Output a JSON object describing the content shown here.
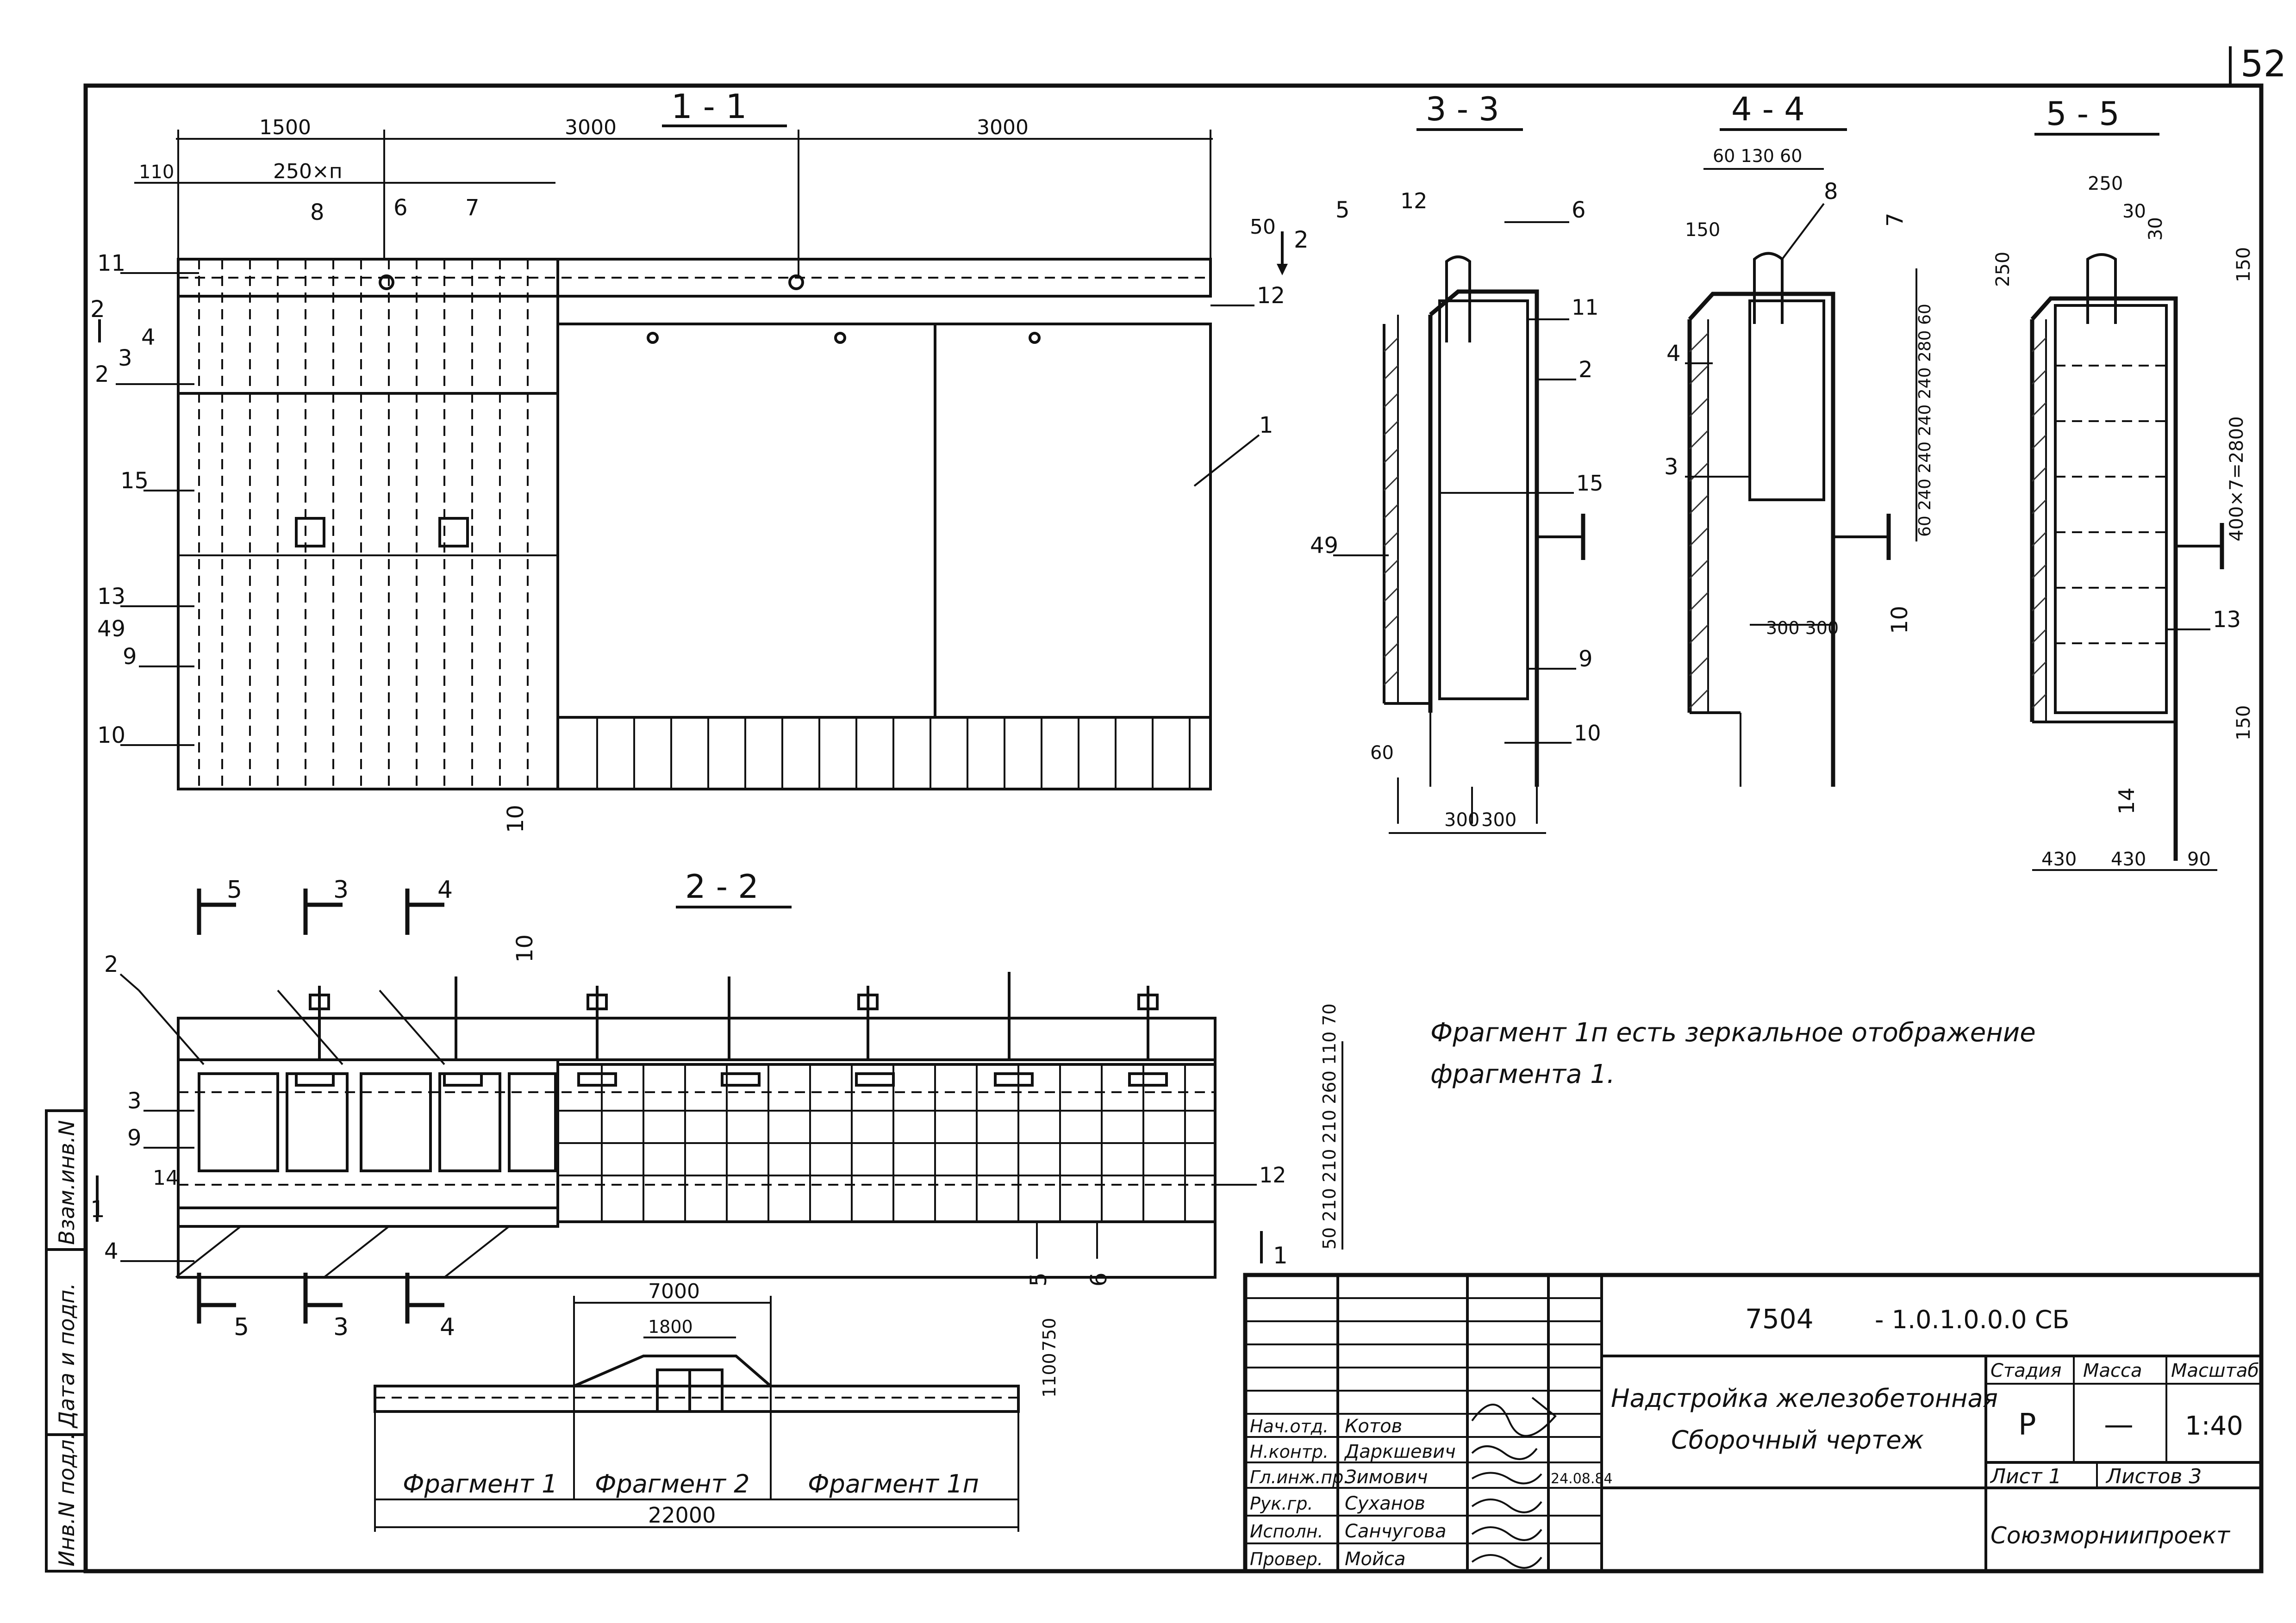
{
  "sheet_number": "52",
  "section_titles": {
    "s11": "1 - 1",
    "s22": "2 - 2",
    "s33": "3 - 3",
    "s44": "4 - 4",
    "s55": "5 - 5"
  },
  "dims_11": {
    "d1500": "1500",
    "d3000a": "3000",
    "d3000b": "3000",
    "d110": "110",
    "d250n": "250×п",
    "d50": "50"
  },
  "labels_11": [
    "11",
    "4",
    "3",
    "2",
    "15",
    "13",
    "49",
    "9",
    "10",
    "8",
    "6",
    "7",
    "12",
    "1",
    "10"
  ],
  "cut_marks_11": {
    "m2_right": "2",
    "m2_left": "2"
  },
  "dims_33": {
    "d60": "60",
    "d300a": "300",
    "d300b": "300"
  },
  "labels_33": [
    "5",
    "12",
    "6",
    "11",
    "2",
    "15",
    "49",
    "9",
    "10"
  ],
  "dims_44": {
    "top": "60 130 60",
    "d150": "150",
    "right": "60 240 240 240 240 280 60",
    "bottom": "300 300"
  },
  "labels_44": [
    "8",
    "7",
    "4",
    "3",
    "10"
  ],
  "dims_55": {
    "d250": "250",
    "d30a": "30",
    "d30b": "30",
    "d250s": "250",
    "d150a": "150",
    "d400": "400×7=2800",
    "d150b": "150",
    "b430a": "430",
    "b430b": "430",
    "b90": "90"
  },
  "labels_55": [
    "13",
    "14"
  ],
  "labels_22": [
    "2",
    "3",
    "9",
    "14",
    "4",
    "10",
    "12",
    "5",
    "6"
  ],
  "cut_marks_22": [
    "5",
    "3",
    "4",
    "5",
    "3",
    "4",
    "1",
    "1"
  ],
  "dims_22_right": "50 210 210 210 260 110 70",
  "note_line1": "Фрагмент 1п есть зеркальное отображение",
  "note_line2": "фрагмента 1.",
  "plan": {
    "d7000": "7000",
    "d1800": "1800",
    "d750": "750",
    "d1100": "1100",
    "frag1": "Фрагмент 1",
    "frag2": "Фрагмент 2",
    "frag1p": "Фрагмент 1п",
    "total": "22000"
  },
  "title_block": {
    "code_a": "7504",
    "code_b": "- 1.0.1.0.0.0 СБ",
    "title1": "Надстройка железобетонная",
    "title2": "Сборочный чертеж",
    "col_stage": "Стадия",
    "col_mass": "Масса",
    "col_scale": "Масштаб",
    "stage": "Р",
    "mass": "—",
    "scale": "1:40",
    "sheet": "Лист 1",
    "sheets": "Листов 3",
    "org": "Союзморниипроект",
    "roles": [
      {
        "role": "Нач.отд.",
        "name": "Котов",
        "date": ""
      },
      {
        "role": "Н.контр.",
        "name": "Даркшевич",
        "date": ""
      },
      {
        "role": "Гл.инж.пр.",
        "name": "Зимович",
        "date": "24.08.84"
      },
      {
        "role": "Рук.гр.",
        "name": "Суханов",
        "date": ""
      },
      {
        "role": "Исполн.",
        "name": "Санчугова",
        "date": ""
      },
      {
        "role": "Провер.",
        "name": "Мойса",
        "date": ""
      }
    ]
  },
  "side_stamp": {
    "inv": "Инв.N подл.",
    "date_sign": "Дата и подп.",
    "vzam": "Взам.инв.N"
  }
}
